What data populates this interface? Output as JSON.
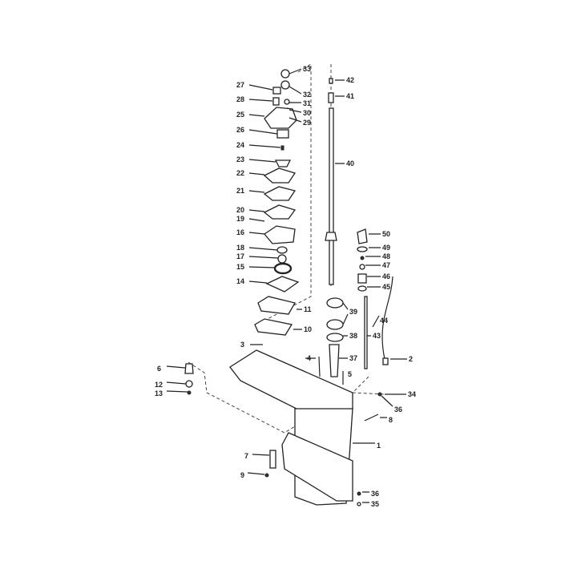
{
  "diagram": {
    "type": "exploded-parts-diagram",
    "labels": {
      "p1": "1",
      "p2": "2",
      "p3": "3",
      "p4": "4",
      "p5": "5",
      "p6": "6",
      "p7": "7",
      "p8": "8",
      "p9": "9",
      "p10": "10",
      "p11": "11",
      "p12": "12",
      "p13": "13",
      "p14": "14",
      "p15": "15",
      "p16": "16",
      "p17": "17",
      "p18": "18",
      "p19": "19",
      "p20": "20",
      "p21": "21",
      "p22": "22",
      "p23": "23",
      "p24": "24",
      "p25": "25",
      "p26": "26",
      "p27": "27",
      "p28": "28",
      "p29": "29",
      "p30": "30",
      "p31": "31",
      "p32": "32",
      "p33": "33",
      "p34": "34",
      "p35": "35",
      "p36a": "36",
      "p36b": "36",
      "p37": "37",
      "p38": "38",
      "p39": "39",
      "p40": "40",
      "p41": "41",
      "p42": "42",
      "p43": "43",
      "p44": "44",
      "p45": "45",
      "p46": "46",
      "p47": "47",
      "p48": "48",
      "p49": "49",
      "p50": "50"
    }
  }
}
